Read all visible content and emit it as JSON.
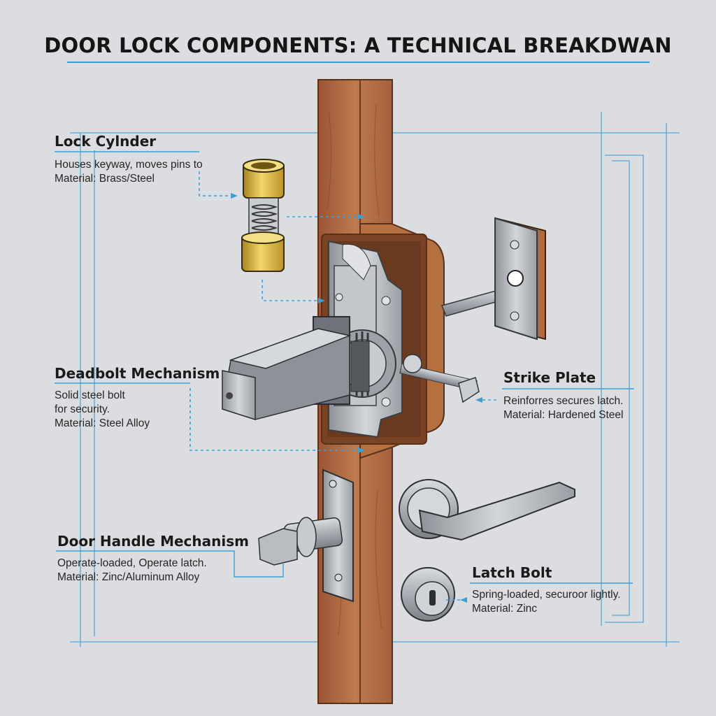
{
  "title": "DOOR LOCK COMPONENTS: A TECHNICAL BREAKDWAN",
  "colors": {
    "accent": "#3aa0d6",
    "wood": "#b06a43",
    "brass": "#d6b33c",
    "steel": "#a9adb3"
  },
  "components": {
    "lock_cylinder": {
      "name": "Lock Cylnder",
      "lines": [
        "Houses keyway, moves pins to",
        "Material: Brass/Steel"
      ]
    },
    "deadbolt": {
      "name": "Deadbolt Mechanism",
      "lines": [
        "Solid steel bolt",
        "for security.",
        "Material: Steel Alloy"
      ]
    },
    "door_handle": {
      "name": "Door Handle Mechanism",
      "lines": [
        "Operate-loaded, Operate latch.",
        "Material: Zinc/Aluminum Alloy"
      ]
    },
    "strike_plate": {
      "name": "Strike Plate",
      "lines": [
        "Reinforres secures latch.",
        "Material: Hardened Steel"
      ]
    },
    "latch_bolt": {
      "name": "Latch Bolt",
      "lines": [
        "Spring-loaded, securoor lightly.",
        "Material: Zinc"
      ]
    }
  }
}
